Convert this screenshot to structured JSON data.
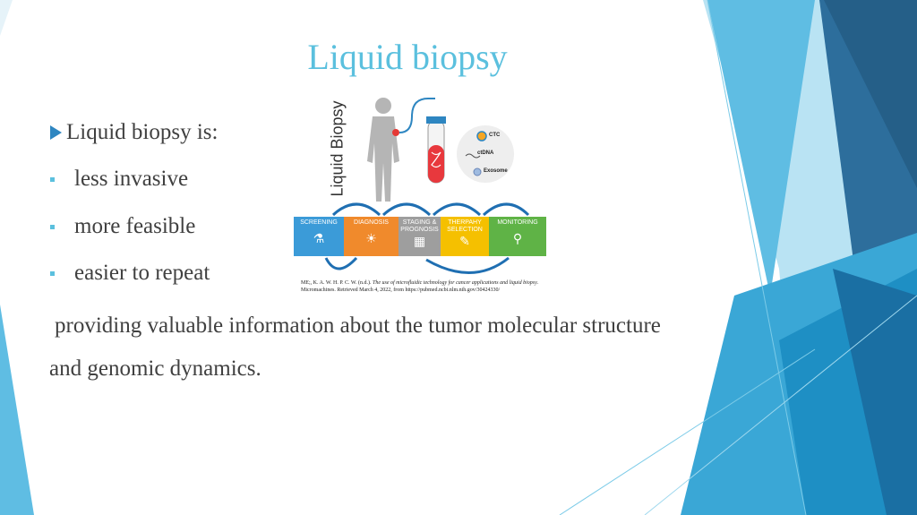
{
  "slide": {
    "title": "Liquid biopsy",
    "intro": "Liquid biopsy is:",
    "bullets": [
      "less invasive",
      "more feasible",
      "easier to repeat"
    ],
    "paragraph_line1": "providing valuable information about the tumor molecular structure",
    "paragraph_line2": "and genomic dynamics."
  },
  "figure": {
    "vertical_label": "Liquid Biopsy",
    "biomarkers": [
      "CTC",
      "ctDNA",
      "Exosome"
    ],
    "stages": [
      {
        "label": "SCREENING",
        "color": "#3b9bd8",
        "icon": "microscope-icon",
        "glyph": "⚗"
      },
      {
        "label": "DIAGNOSIS",
        "color": "#f08a2c",
        "icon": "lightbulb-icon",
        "glyph": "☀"
      },
      {
        "label": "STAGING & PROGNOSIS",
        "color": "#9e9e9e",
        "icon": "chip-icon",
        "glyph": "▦"
      },
      {
        "label": "THERPAHY SELECTION",
        "color": "#f5c000",
        "icon": "syringe-icon",
        "glyph": "✎"
      },
      {
        "label": "MONITORING",
        "color": "#5fb346",
        "icon": "magnifier-icon",
        "glyph": "⚲"
      }
    ]
  },
  "citation": {
    "line1_plain": "ME;, K. A. W. H. P. C. W. (n.d.). ",
    "line1_italic": "The use of microfluidic technology for cancer applications and liquid biopsy",
    "line1_end": ".",
    "line2": "Micromachines. Retrieved March 4, 2022, from https://pubmed.ncbi.nlm.nih.gov/30424330/"
  },
  "colors": {
    "title": "#5bc0de",
    "text": "#404040",
    "accent_blue": "#2e86c1",
    "deco_light": "#6ec6e8",
    "deco_dark": "#1f5f8b"
  }
}
